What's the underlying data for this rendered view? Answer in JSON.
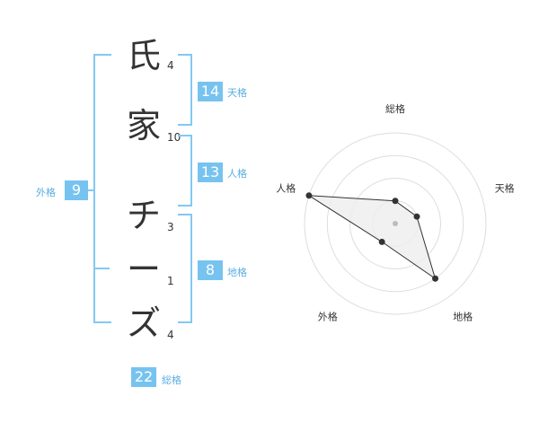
{
  "name": {
    "chars": [
      "氏",
      "家",
      "チ",
      "ー",
      "ズ"
    ],
    "strokes": [
      "4",
      "10",
      "3",
      "1",
      "4"
    ]
  },
  "kakusu": {
    "tenkaku": {
      "value": "14",
      "label": "天格"
    },
    "jinkaku": {
      "value": "13",
      "label": "人格"
    },
    "chikaku": {
      "value": "8",
      "label": "地格"
    },
    "gaikaku": {
      "value": "9",
      "label": "外格"
    },
    "soukaku": {
      "value": "22",
      "label": "総格"
    }
  },
  "chart_data": {
    "type": "radar",
    "axes": [
      "総格",
      "天格",
      "地格",
      "外格",
      "人格"
    ],
    "values": [
      1,
      1,
      3,
      1,
      4
    ],
    "rmax": 4,
    "rings": 4
  },
  "colors": {
    "accent": "#77c3f0",
    "bracket": "#82c9f2",
    "label": "#5aaee3",
    "radar_fill": "#eeeeee",
    "radar_line": "#333333"
  }
}
